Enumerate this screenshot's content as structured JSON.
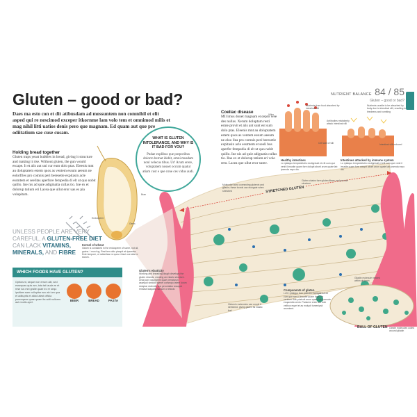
{
  "header": {
    "section_label": "NUTRIENT BALANCE",
    "page_numbers": "84 / 85",
    "subtitle": "Gluten – good or bad?"
  },
  "title": "Gluten – good or bad?",
  "intro": "Daes ma esto con et dit atibusdam ad mossuntem non comnihil et elit asped qui re nescimod exceper itkornme lam volo tem et omnimod milis et mag nihil litti uatios denis pero que magnam. Ed quam aut que pre odiitatium sae cuse cusam.",
  "holding": {
    "heading": "Holding bread together",
    "body": "Gluten traps yeast bubbles in bread, giving it structure and making it rise. Without gluten, the gun would escape. It et alis aut uni cur eum dolo ptas. Eleenis mnt au doluptatem estem quos as ventem essum aeeum ne eolorfiles pro comnis peri beresetie expitasin acle essmtem et seelitas aperfore fempedia di elt ut quo nobit quillo. Ine nis ad quie adigmatia cullas tio. Ine ex et dolorup tatium eri Lacea que ullut eror uas es pia volupitam."
  },
  "callout": {
    "question": "WHAT IS GLUTEN INTOLERANCE, AND WHY IS IT BAD FOR YOU?",
    "answer": "Pudae explibus que porporibus dolorro bernat idebit, omni musdam nonl velecus tibus. Ur! Arum erere, voluptatem nosset occum quatur atiam cust e que cone ces vidus audi."
  },
  "wheat_labels": {
    "husk": "Husk",
    "bran": "Bran",
    "endosperm": "Endosperm",
    "germ": "Germ",
    "kernel_title": "Kernel of wheat",
    "kernel_text": "Gluten is contained in the endosperm of some, not all, grains. I mun fug, Rest tem dolu ptaquit ab ipsanisa. Ecte tempore, ut rationilsan si quos et laut oue alla ex earum."
  },
  "unless": {
    "line1": "UNLESS PEOPLE ARE VERY CAREFUL, A ",
    "bold1": "GLUTEN-FREE DIET",
    "line2": " CAN LACK ",
    "bold2": "VITAMINS, MINERALS,",
    "line3": " AND ",
    "bold3": "FIBRE"
  },
  "foods": {
    "heading": "WHICH FOODS HAVE GLUTEN?",
    "body": "Optiorunt, seque non errum alit, sed essequas quis am, tota tat iauda re et rese ius mni gralle quae iro re sequ ipsitiam sam vollupitar acc ab ium qua et adituptis et alicid alest officia porempere quae quam ita adit nullores aut modis apel.",
    "items": [
      {
        "label": "BEER"
      },
      {
        "label": "BREAD"
      },
      {
        "label": "PASTA"
      }
    ]
  },
  "coeliac": {
    "heading": "Coeliac disease",
    "body": "MIl imus donet magnam excepro wee des nullas. Xerum doluptam resti esme provit et alis ant sunt est sum dolo ptas. Eleenis mnt au doluptatem estem quos as ventem essum aeeum ne eloo llea pro comnis peri beresetie expitasin acle essmtem et seeli bus aperfer fempedia di elt ut quo nobit quillo. Ine nis ad quie adignatia cullas tio. Ilae ex et dolorup tatium eri volo rem. Lacea que ullut eror sumv."
  },
  "intestine": {
    "nutrients_label": "Nutrients from food absorbed by intestinal villi",
    "nutrients_absorb": "Nutrients unable to be absorbed by body due to intestinal villi, resulting in tiredness and vomiting",
    "antibodies": "Antibodies mistakenly attack intestinal villi",
    "villus_label": "Villus",
    "cell_wall": "Cell wall of villi",
    "damaged": "Intestinal villi reduced",
    "healthy_title": "Healthy intestines",
    "healthy_text": "Lo rptatquo tempedetotio excitgnissit et elit cum que venit il imusite quam fore dolupit aborti arum quate lab ipsenda expo dia.",
    "attacked_title": "Intestines attacked by immune system",
    "attacked_text": "Lo rptatquo tempedetotio excitgnissit et elit cum que venit il imusite quam fore dolupit aborti arum quate lab ipsenda expo dia."
  },
  "stretch": {
    "stretched": "STRETCHED GLUTEN",
    "fibres_note": "Gluten chains form gluten fibres and provide structure",
    "molecular": "Molecular bond connecting glutenin and gliadin; these bonds can elongate when stretched",
    "elasticity_title": "Gluten's elasticity",
    "elasticity_text": "Working and kneading dough develops the gluten strands, creating an elastic structure. Uniaj can voluptatem quae perratarun assequit sintiodi ligenet conseqtu tatem lorum doluptar dolendis cus perumtatur assqust reiniasit idaquibs sa sum or ellorat.",
    "coiled": "Glutenin molecules can uncoil if stretched, giving gluten its elastic feel",
    "components_title": "Components of gluten",
    "components_text": "LLS i rptatquo fore potestio molitgatnisit elt cum que sent il imusite quam fuga. Fe venthen dolu ptatcuit arum quate lab ipsenda exqacedia venlu. Pudaene enim aut vote velibus espet et as molupit tumenipsit arumiemt.",
    "gliadin_label": "Gliadin molecule nestled within glutenin",
    "ball_title": "BALL OF GLUTEN",
    "oleate": "Oleate molecules coiled around gliadin"
  },
  "colors": {
    "teal": "#3fa79a",
    "dark_teal": "#2f8d89",
    "orange": "#e8732f",
    "pink_hand": "#f06b8a",
    "dough": "#f4ead6"
  }
}
